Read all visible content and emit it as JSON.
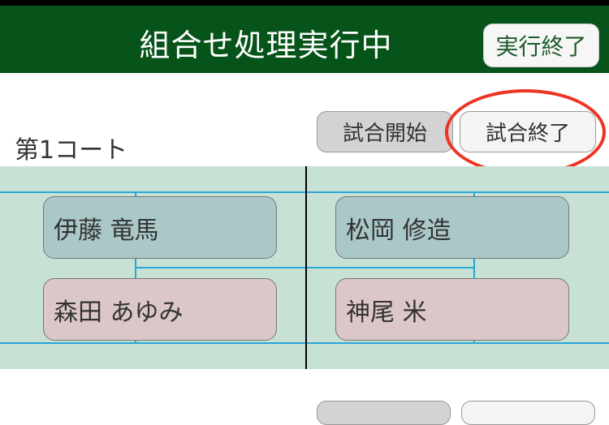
{
  "header": {
    "title": "組合せ処理実行中",
    "end_execution_label": "実行終了"
  },
  "court": {
    "title": "第1コート",
    "start_match_label": "試合開始",
    "end_match_label": "試合終了",
    "left_pair": [
      "伊藤 竜馬",
      "森田 あゆみ"
    ],
    "right_pair": [
      "松岡 修造",
      "神尾 米"
    ]
  },
  "colors": {
    "header": "#06541a",
    "court": "#c7e2d5",
    "highlight": "#ee3322"
  }
}
